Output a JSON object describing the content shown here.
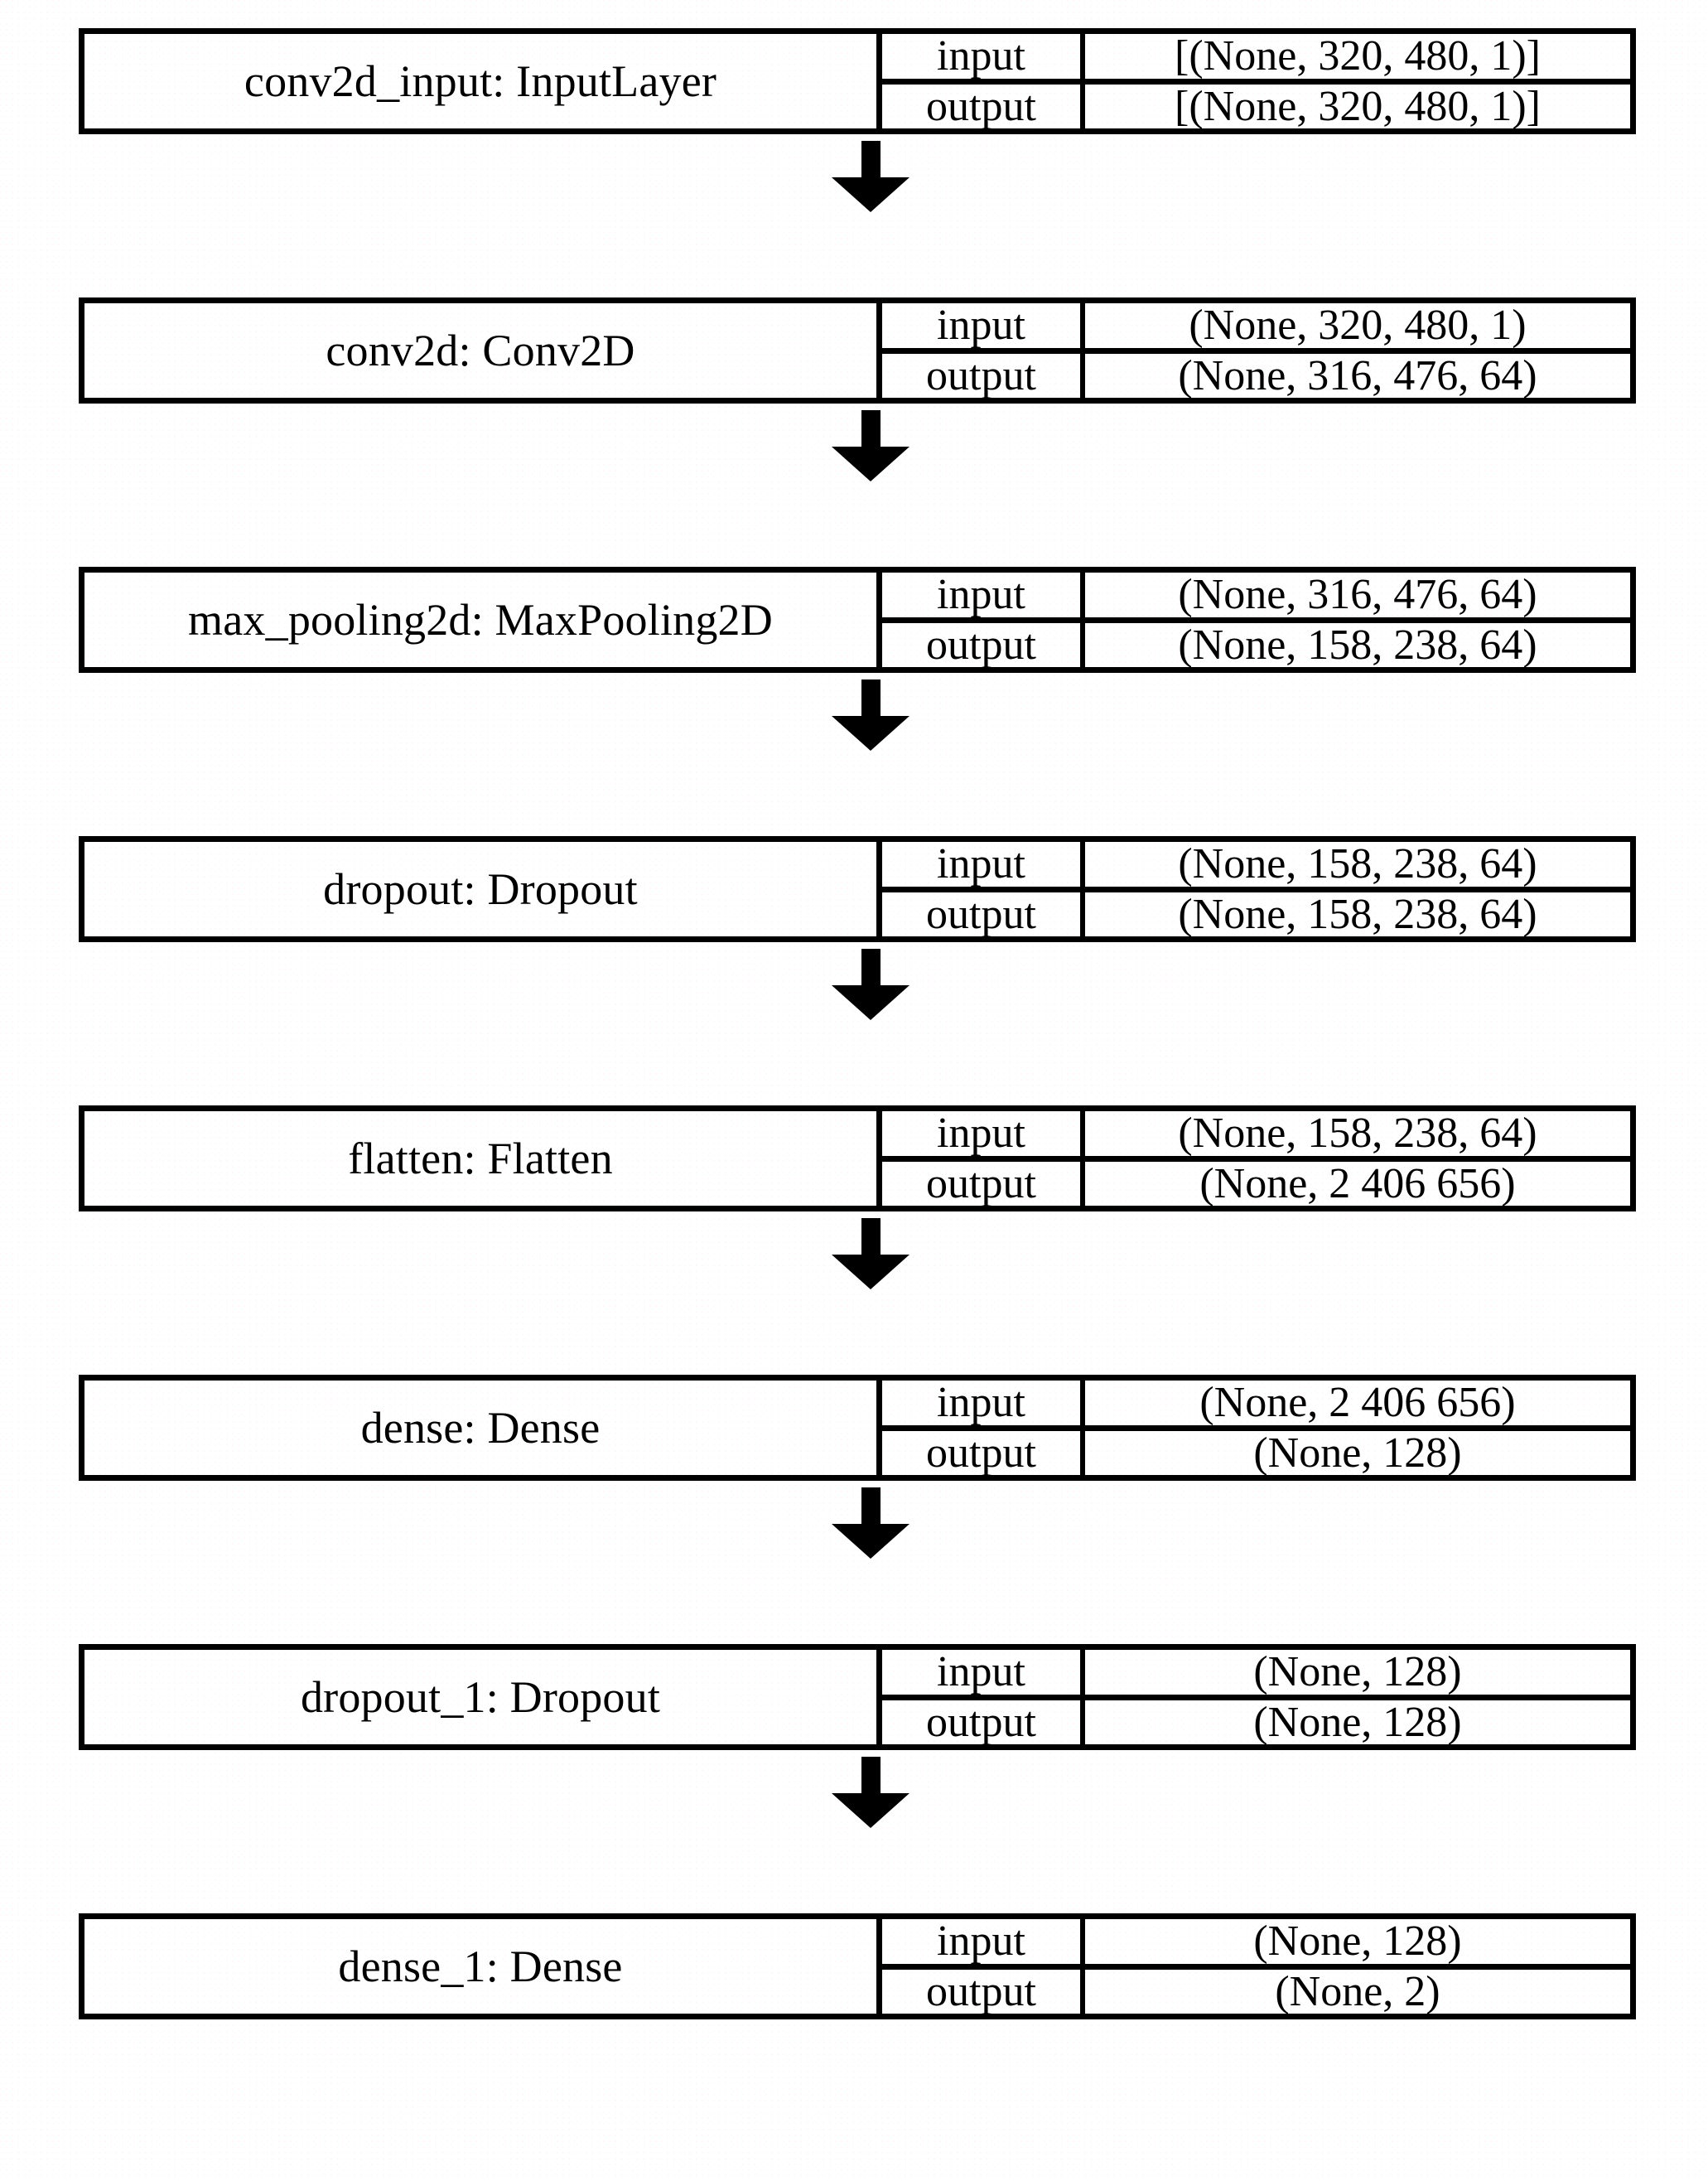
{
  "diagram": {
    "type": "neural-network-architecture",
    "framework": "keras",
    "orientation": "top-to-bottom",
    "io_labels": {
      "input": "input",
      "output": "output"
    },
    "colors": {
      "stroke": "#000000",
      "background": "#ffffff",
      "text": "#000000"
    },
    "layers": [
      {
        "name": "conv2d_input: InputLayer",
        "layer_id": "conv2d_input",
        "class_name": "InputLayer",
        "input_label": "input",
        "input_shape": "[(None, 320, 480, 1)]",
        "output_label": "output",
        "output_shape": "[(None, 320, 480, 1)]"
      },
      {
        "name": "conv2d: Conv2D",
        "layer_id": "conv2d",
        "class_name": "Conv2D",
        "input_label": "input",
        "input_shape": "(None, 320, 480, 1)",
        "output_label": "output",
        "output_shape": "(None, 316, 476, 64)"
      },
      {
        "name": "max_pooling2d: MaxPooling2D",
        "layer_id": "max_pooling2d",
        "class_name": "MaxPooling2D",
        "input_label": "input",
        "input_shape": "(None, 316, 476, 64)",
        "output_label": "output",
        "output_shape": "(None, 158, 238, 64)"
      },
      {
        "name": "dropout: Dropout",
        "layer_id": "dropout",
        "class_name": "Dropout",
        "input_label": "input",
        "input_shape": "(None, 158, 238, 64)",
        "output_label": "output",
        "output_shape": "(None, 158, 238, 64)"
      },
      {
        "name": "flatten: Flatten",
        "layer_id": "flatten",
        "class_name": "Flatten",
        "input_label": "input",
        "input_shape": "(None, 158, 238, 64)",
        "output_label": "output",
        "output_shape": "(None, 2 406 656)"
      },
      {
        "name": "dense: Dense",
        "layer_id": "dense",
        "class_name": "Dense",
        "input_label": "input",
        "input_shape": "(None, 2 406 656)",
        "output_label": "output",
        "output_shape": "(None, 128)"
      },
      {
        "name": "dropout_1: Dropout",
        "layer_id": "dropout_1",
        "class_name": "Dropout",
        "input_label": "input",
        "input_shape": "(None, 128)",
        "output_label": "output",
        "output_shape": "(None, 128)"
      },
      {
        "name": "dense_1: Dense",
        "layer_id": "dense_1",
        "class_name": "Dense",
        "input_label": "input",
        "input_shape": "(None, 128)",
        "output_label": "output",
        "output_shape": "(None, 2)"
      }
    ],
    "connections": [
      {
        "from": "conv2d_input",
        "to": "conv2d"
      },
      {
        "from": "conv2d",
        "to": "max_pooling2d"
      },
      {
        "from": "max_pooling2d",
        "to": "dropout"
      },
      {
        "from": "dropout",
        "to": "flatten"
      },
      {
        "from": "flatten",
        "to": "dense"
      },
      {
        "from": "dense",
        "to": "dropout_1"
      },
      {
        "from": "dropout_1",
        "to": "dense_1"
      }
    ]
  }
}
